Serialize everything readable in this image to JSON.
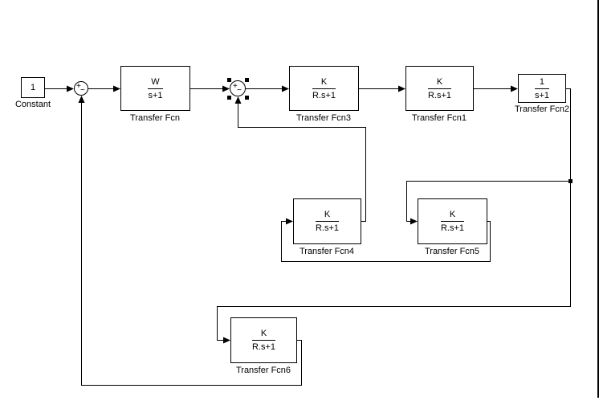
{
  "blocks": {
    "constant": {
      "value": "1",
      "label": "Constant"
    },
    "transfer_fcn": {
      "num": "W",
      "den": "s+1",
      "label": "Transfer Fcn"
    },
    "transfer_fcn3": {
      "num": "K",
      "den": "R.s+1",
      "label": "Transfer Fcn3"
    },
    "transfer_fcn1": {
      "num": "K",
      "den": "R.s+1",
      "label": "Transfer Fcn1"
    },
    "transfer_fcn2": {
      "num": "1",
      "den": "s+1",
      "label": "Transfer Fcn2"
    },
    "transfer_fcn4": {
      "num": "K",
      "den": "R.s+1",
      "label": "Transfer Fcn4"
    },
    "transfer_fcn5": {
      "num": "K",
      "den": "R.s+1",
      "label": "Transfer Fcn5"
    },
    "transfer_fcn6": {
      "num": "K",
      "den": "R.s+1",
      "label": "Transfer Fcn6"
    }
  },
  "sums": {
    "sum1": {
      "plus": "+",
      "minus": "−",
      "selected": false
    },
    "sum2": {
      "plus": "+",
      "minus": "−",
      "selected": true
    }
  },
  "colors": {
    "background": "#ffffff",
    "stroke": "#000000"
  }
}
